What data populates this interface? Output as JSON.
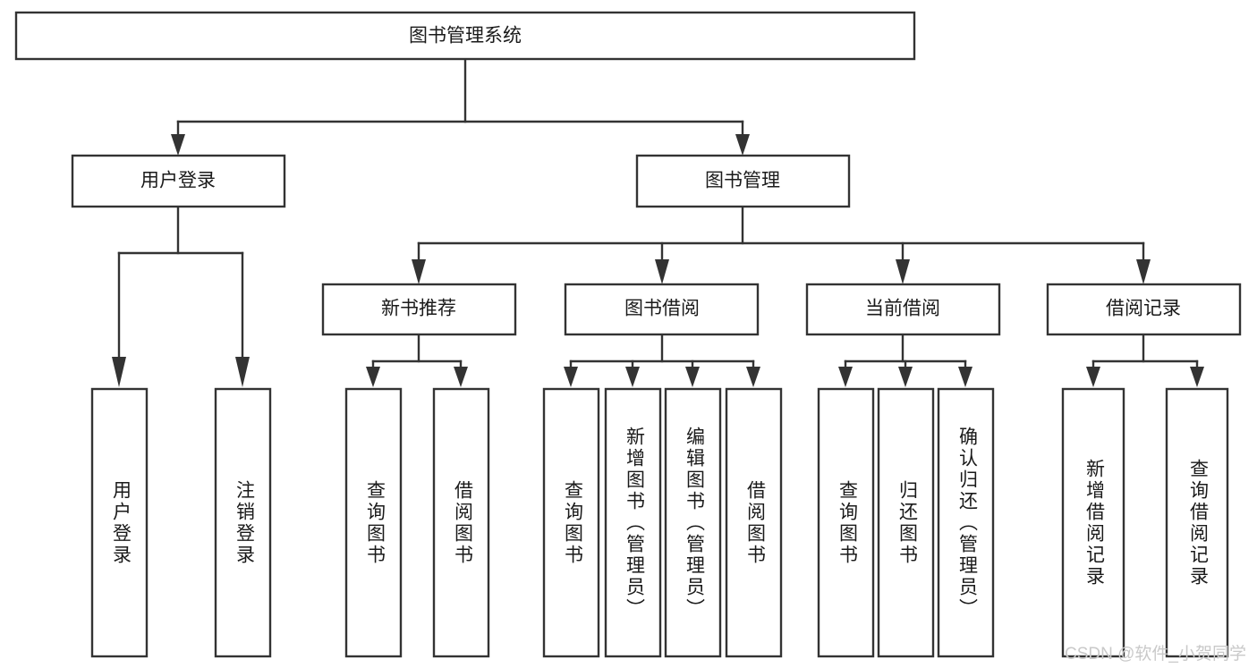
{
  "diagram": {
    "type": "tree-hierarchy",
    "title": "图书管理系统",
    "background_color": "#ffffff",
    "box_fill": "#ffffff",
    "box_stroke": "#333333",
    "text_color": "#1a1a1a",
    "levels": {
      "root": {
        "label": "图书管理系统"
      },
      "level2": [
        {
          "id": "user-login",
          "label": "用户登录"
        },
        {
          "id": "book-manage",
          "label": "图书管理"
        }
      ],
      "level3": [
        {
          "id": "new-book-recommend",
          "label": "新书推荐",
          "parent": "book-manage"
        },
        {
          "id": "book-borrow",
          "label": "图书借阅",
          "parent": "book-manage"
        },
        {
          "id": "current-borrow",
          "label": "当前借阅",
          "parent": "book-manage"
        },
        {
          "id": "borrow-record",
          "label": "借阅记录",
          "parent": "book-manage"
        }
      ],
      "leaves": [
        {
          "id": "leaf-user-login",
          "label": "用户登录",
          "parent": "user-login"
        },
        {
          "id": "leaf-logout-login",
          "label": "注销登录",
          "parent": "user-login"
        },
        {
          "id": "leaf-query-book-1",
          "label": "查询图书",
          "parent": "new-book-recommend"
        },
        {
          "id": "leaf-borrow-book-1",
          "label": "借阅图书",
          "parent": "new-book-recommend"
        },
        {
          "id": "leaf-query-book-2",
          "label": "查询图书",
          "parent": "book-borrow"
        },
        {
          "id": "leaf-add-book",
          "label": "新增图书（管理员）",
          "parent": "book-borrow"
        },
        {
          "id": "leaf-edit-book",
          "label": "编辑图书（管理员）",
          "parent": "book-borrow"
        },
        {
          "id": "leaf-borrow-book-2",
          "label": "借阅图书",
          "parent": "book-borrow"
        },
        {
          "id": "leaf-query-book-3",
          "label": "查询图书",
          "parent": "current-borrow"
        },
        {
          "id": "leaf-return-book",
          "label": "归还图书",
          "parent": "current-borrow"
        },
        {
          "id": "leaf-confirm-return",
          "label": "确认归还（管理员）",
          "parent": "current-borrow"
        },
        {
          "id": "leaf-add-record",
          "label": "新增借阅记录",
          "parent": "borrow-record"
        },
        {
          "id": "leaf-query-record",
          "label": "查询借阅记录",
          "parent": "borrow-record"
        }
      ]
    }
  },
  "watermark": {
    "text": "CSDN @软件_小贺同学"
  }
}
